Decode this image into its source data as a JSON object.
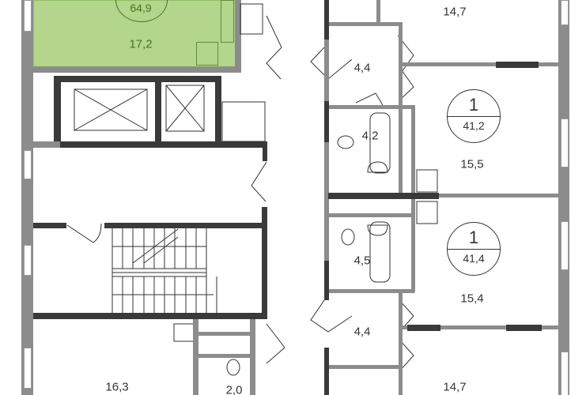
{
  "colors": {
    "highlight": "#b3d58c",
    "highlight_text": "#3f7a17",
    "wall": "#8c8c8c",
    "wall_dark": "#3a3a3a"
  },
  "highlighted_unit": {
    "total_area": "64,9",
    "room_area": "17,2"
  },
  "units": [
    {
      "rooms": "1",
      "total_area": "41,2"
    },
    {
      "rooms": "1",
      "total_area": "41,4"
    }
  ],
  "rooms": {
    "top_right_room": "14,7",
    "hall_upper": "4,4",
    "bath_upper": "4,2",
    "living_upper": "15,5",
    "bath_lower": "4,5",
    "living_lower": "15,4",
    "hall_lower": "4,4",
    "bottom_right_room": "14,7",
    "bottom_left_room": "16,3",
    "wc_bottom": "2,0"
  }
}
